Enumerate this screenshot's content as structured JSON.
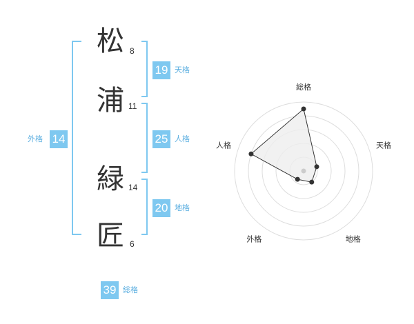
{
  "name": {
    "chars": [
      {
        "char": "松",
        "strokes": "8"
      },
      {
        "char": "浦",
        "strokes": "11"
      },
      {
        "char": "緑",
        "strokes": "14"
      },
      {
        "char": "匠",
        "strokes": "6"
      }
    ]
  },
  "kakusu": {
    "tenkaku": {
      "value": "19",
      "label": "天格"
    },
    "jinkaku": {
      "value": "25",
      "label": "人格"
    },
    "chikaku": {
      "value": "20",
      "label": "地格"
    },
    "gaikaku": {
      "value": "14",
      "label": "外格"
    },
    "soukaku": {
      "value": "39",
      "label": "総格"
    }
  },
  "chart_data": {
    "type": "radar",
    "axes": [
      "総格",
      "天格",
      "地格",
      "外格",
      "人格"
    ],
    "values": [
      0.9,
      0.2,
      0.2,
      0.15,
      0.8
    ],
    "rings": 5,
    "colors": {
      "accent": "#7ec8f0",
      "bracket": "#7ec8f0",
      "fill": "#eeeeee",
      "line": "#333333",
      "grid": "#dddddd"
    }
  }
}
